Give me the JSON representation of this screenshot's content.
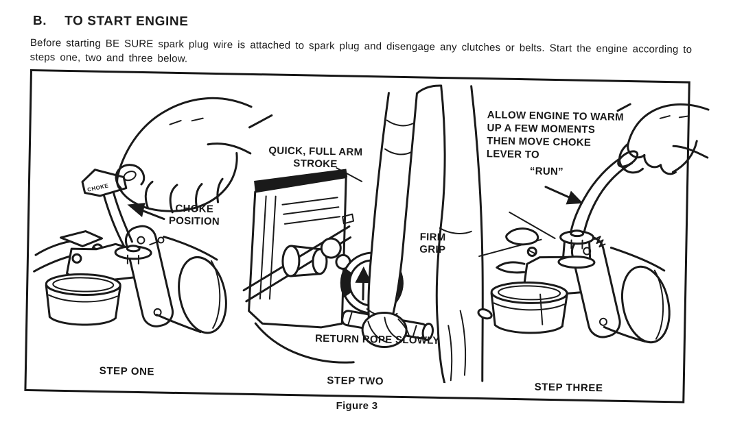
{
  "colors": {
    "ink": "#1a1a1a",
    "paper": "#ffffff"
  },
  "header": {
    "section_letter": "B.",
    "section_title": "TO START ENGINE",
    "intro_line1": "Before starting BE SURE spark plug wire is attached to spark plug and disengage any clutches or belts. Start the engine according to",
    "intro_line2": "steps one, two and three below."
  },
  "figure": {
    "caption": "Figure 3",
    "step_one": {
      "caption": "STEP ONE",
      "lever_tag": "CHOKE",
      "label_line1": "CHOKE",
      "label_line2": "POSITION"
    },
    "step_two": {
      "caption": "STEP TWO",
      "label_stroke_line1": "QUICK, FULL ARM",
      "label_stroke_line2": "STROKE",
      "label_grip_line1": "FIRM",
      "label_grip_line2": "GRIP",
      "label_rope": "RETURN ROPE SLOWLY"
    },
    "step_three": {
      "caption": "STEP THREE",
      "label_line1": "ALLOW ENGINE TO WARM",
      "label_line2": "UP A FEW MOMENTS",
      "label_line3": "THEN MOVE CHOKE",
      "label_line4": "LEVER TO",
      "label_run": "“RUN”"
    }
  },
  "icons": {
    "step_one_arrow": "thick-arrow-up-left",
    "step_two_rotor_arrow": "thick-arrow-up",
    "step_three_arrow": "thick-arrow-down-right"
  }
}
